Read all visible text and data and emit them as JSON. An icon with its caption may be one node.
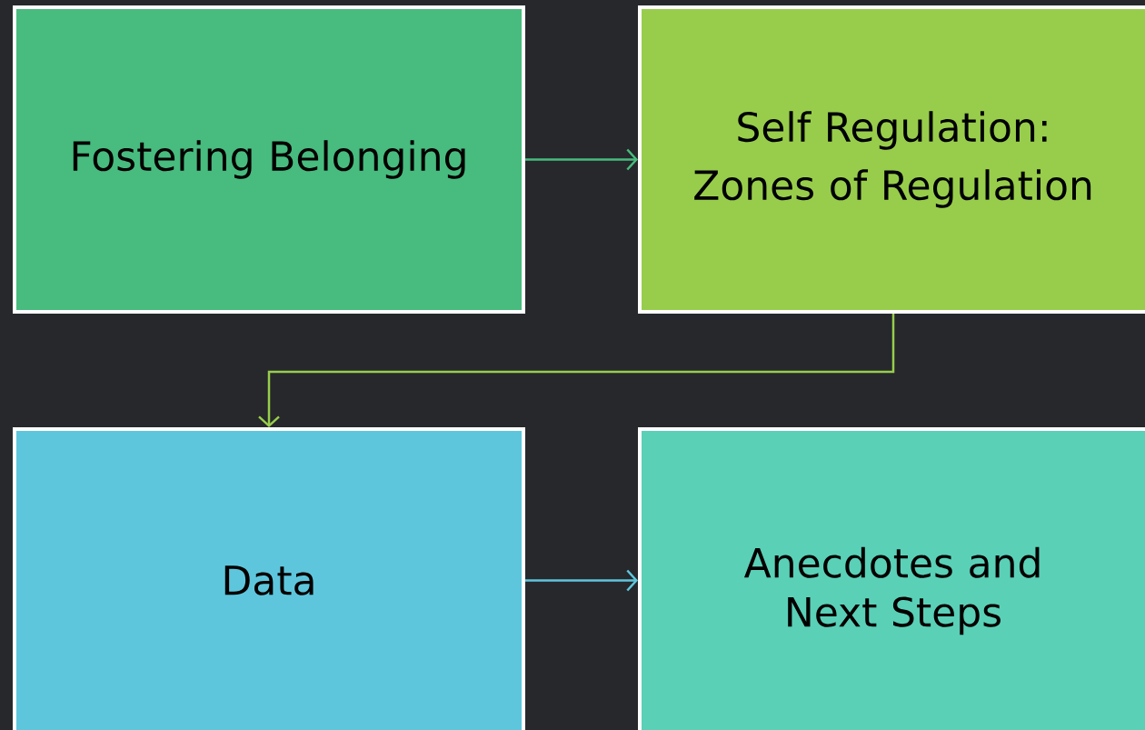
{
  "diagram": {
    "nodes": [
      {
        "text": [
          "Fostering Belonging"
        ]
      },
      {
        "text": [
          "Self Regulation:",
          "Zones of Regulation"
        ]
      },
      {
        "text": [
          "Data"
        ]
      },
      {
        "text": [
          "Anecdotes and Next Steps"
        ]
      }
    ],
    "edges": [
      {
        "from": 0,
        "to": 1,
        "arrow": "to",
        "color": "#48bb7e"
      },
      {
        "from": 1,
        "to": 2,
        "arrow": "to",
        "color": "#98cd4b"
      },
      {
        "from": 2,
        "to": 3,
        "arrow": "to",
        "color": "#5ec6dc"
      }
    ]
  }
}
